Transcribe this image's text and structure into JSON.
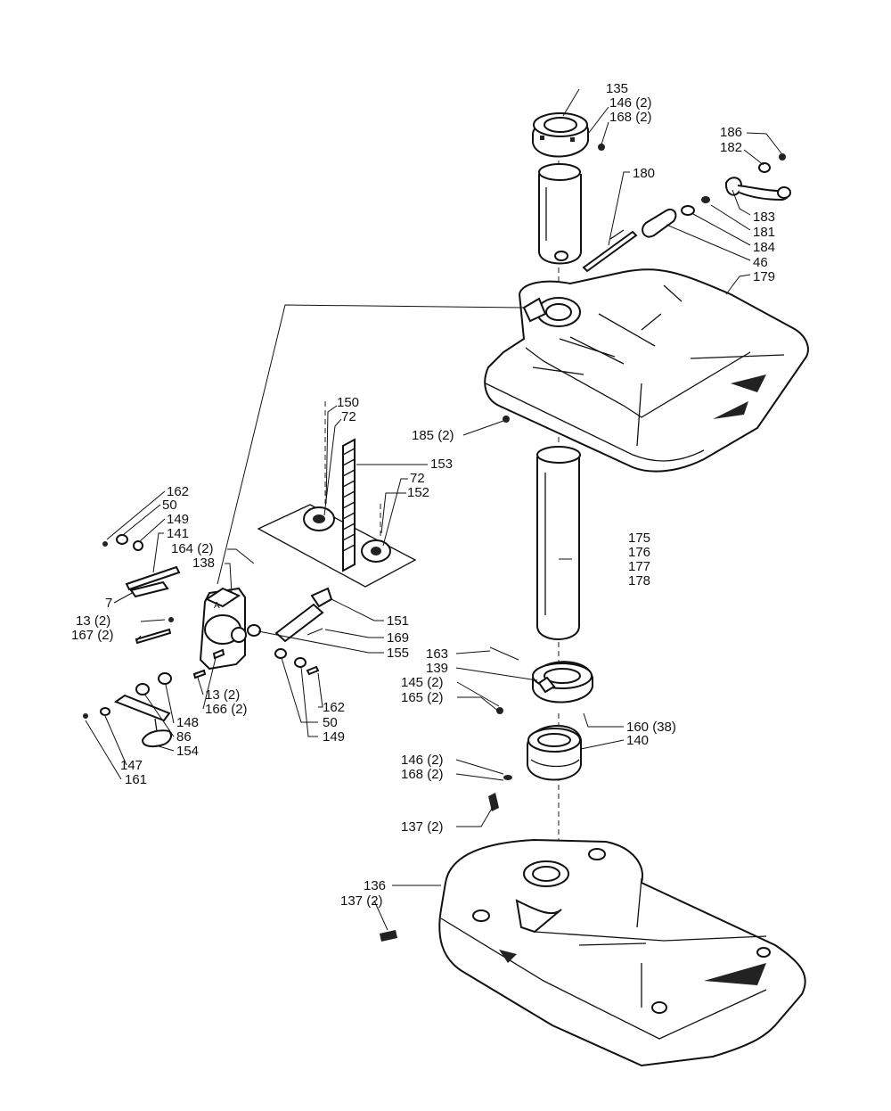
{
  "labels": [
    {
      "id": "l135",
      "text": "135"
    },
    {
      "id": "l146a",
      "text": "146 (2)"
    },
    {
      "id": "l168a",
      "text": "168 (2)"
    },
    {
      "id": "l186",
      "text": "186"
    },
    {
      "id": "l182",
      "text": "182"
    },
    {
      "id": "l180",
      "text": "180"
    },
    {
      "id": "l183",
      "text": "183"
    },
    {
      "id": "l181",
      "text": "181"
    },
    {
      "id": "l184",
      "text": "184"
    },
    {
      "id": "l46",
      "text": "46"
    },
    {
      "id": "l179",
      "text": "179"
    },
    {
      "id": "l185",
      "text": "185 (2)"
    },
    {
      "id": "l150",
      "text": "150"
    },
    {
      "id": "l72a",
      "text": "72"
    },
    {
      "id": "l153",
      "text": "153"
    },
    {
      "id": "l72b",
      "text": "72"
    },
    {
      "id": "l152",
      "text": "152"
    },
    {
      "id": "l162a",
      "text": "162"
    },
    {
      "id": "l50a",
      "text": "50"
    },
    {
      "id": "l149a",
      "text": "149"
    },
    {
      "id": "l141",
      "text": "141"
    },
    {
      "id": "l164",
      "text": "164 (2)"
    },
    {
      "id": "l138",
      "text": "138"
    },
    {
      "id": "l7",
      "text": "7"
    },
    {
      "id": "l13a",
      "text": "13 (2)"
    },
    {
      "id": "l167",
      "text": "167 (2)"
    },
    {
      "id": "l151",
      "text": "151"
    },
    {
      "id": "l169",
      "text": "169"
    },
    {
      "id": "l155",
      "text": "155"
    },
    {
      "id": "l175",
      "text": "175"
    },
    {
      "id": "l176",
      "text": "176"
    },
    {
      "id": "l177",
      "text": "177"
    },
    {
      "id": "l178",
      "text": "178"
    },
    {
      "id": "l13b",
      "text": "13 (2)"
    },
    {
      "id": "l166",
      "text": "166 (2)"
    },
    {
      "id": "l148",
      "text": "148"
    },
    {
      "id": "l86",
      "text": "86"
    },
    {
      "id": "l154",
      "text": "154"
    },
    {
      "id": "l162b",
      "text": "162"
    },
    {
      "id": "l50b",
      "text": "50"
    },
    {
      "id": "l149b",
      "text": "149"
    },
    {
      "id": "l147",
      "text": "147"
    },
    {
      "id": "l161",
      "text": "161"
    },
    {
      "id": "l163",
      "text": "163"
    },
    {
      "id": "l139",
      "text": "139"
    },
    {
      "id": "l145",
      "text": "145 (2)"
    },
    {
      "id": "l165",
      "text": "165 (2)"
    },
    {
      "id": "l160",
      "text": "160 (38)"
    },
    {
      "id": "l140",
      "text": "140"
    },
    {
      "id": "l146b",
      "text": "146 (2)"
    },
    {
      "id": "l168b",
      "text": "168 (2)"
    },
    {
      "id": "l137a",
      "text": "137 (2)"
    },
    {
      "id": "l136",
      "text": "136"
    },
    {
      "id": "l137b",
      "text": "137 (2)"
    }
  ]
}
